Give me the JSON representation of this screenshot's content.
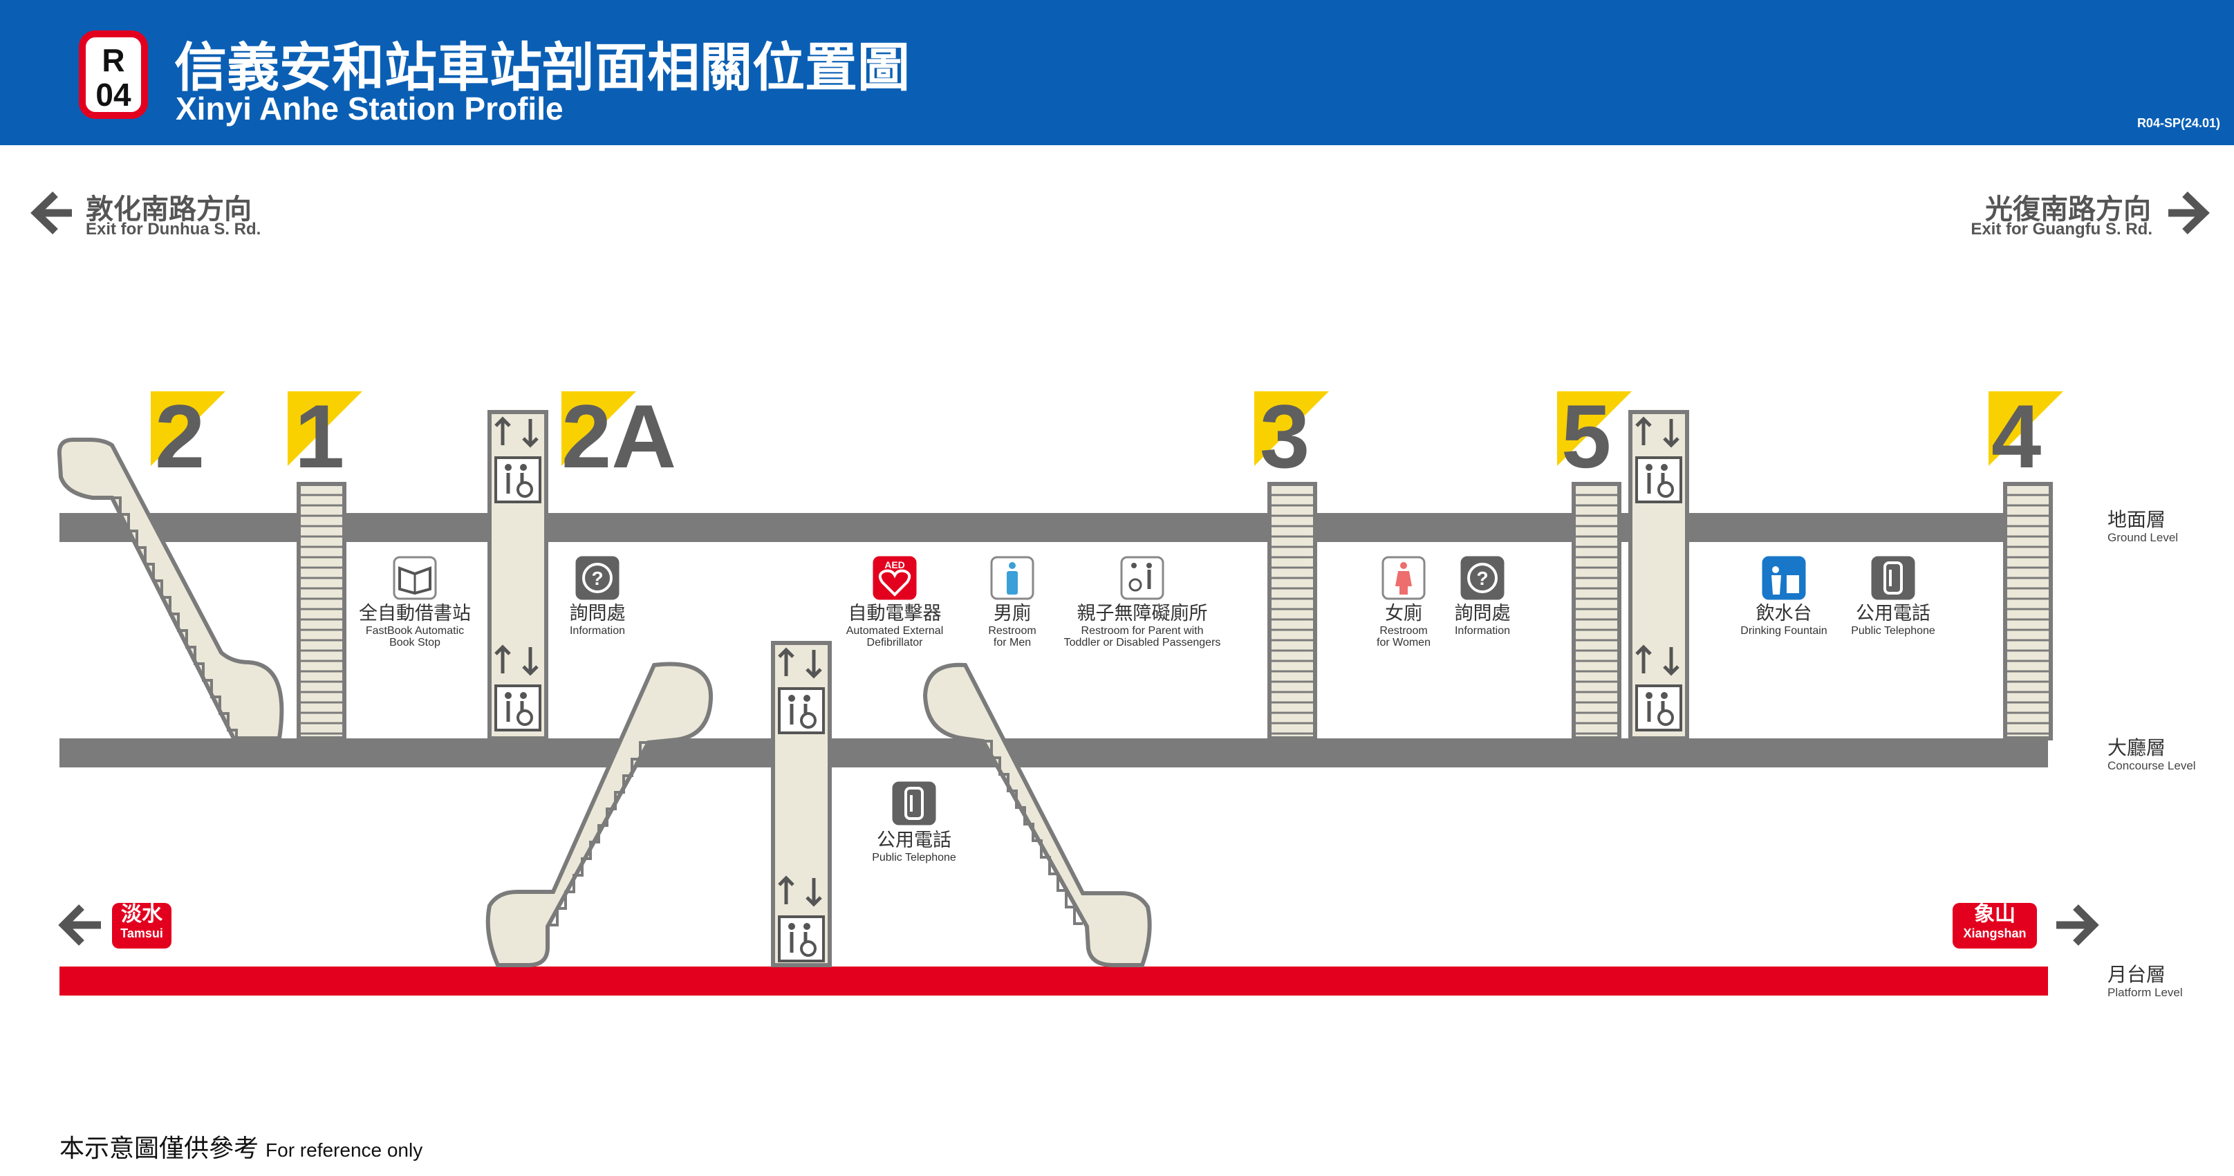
{
  "header": {
    "badge_line": "R",
    "badge_number": "04",
    "title_zh": "信義安和站車站剖面相關位置圖",
    "title_en": "Xinyi Anhe Station Profile",
    "code": "R04-SP(24.01)"
  },
  "directions": {
    "left": {
      "zh": "敦化南路方向",
      "en": "Exit for Dunhua S. Rd."
    },
    "right": {
      "zh": "光復南路方向",
      "en": "Exit for Guangfu S. Rd."
    }
  },
  "exits": [
    "2",
    "1",
    "2A",
    "3",
    "5",
    "4"
  ],
  "levels": [
    {
      "zh": "地面層",
      "en": "Ground Level"
    },
    {
      "zh": "大廳層",
      "en": "Concourse Level"
    },
    {
      "zh": "月台層",
      "en": "Platform Level"
    }
  ],
  "facilities": [
    {
      "zh": "全自動借書站",
      "en": [
        "FastBook Automatic",
        "Book Stop"
      ],
      "icon": "book-icon"
    },
    {
      "zh": "詢問處",
      "en": [
        "Information"
      ],
      "icon": "question-icon"
    },
    {
      "zh": "自動電擊器",
      "en": [
        "Automated External",
        "Defibrillator"
      ],
      "icon": "aed-icon",
      "icon_text": "AED"
    },
    {
      "zh": "男廁",
      "en": [
        "Restroom",
        "for Men"
      ],
      "icon": "men-restroom-icon"
    },
    {
      "zh": "親子無障礙廁所",
      "en": [
        "Restroom for Parent with",
        "Toddler or Disabled Passengers"
      ],
      "icon": "family-restroom-icon"
    },
    {
      "zh": "女廁",
      "en": [
        "Restroom",
        "for Women"
      ],
      "icon": "women-restroom-icon"
    },
    {
      "zh": "詢問處",
      "en": [
        "Information"
      ],
      "icon": "question-icon"
    },
    {
      "zh": "飲水台",
      "en": [
        "Drinking Fountain"
      ],
      "icon": "drinking-fountain-icon"
    },
    {
      "zh": "公用電話",
      "en": [
        "Public Telephone"
      ],
      "icon": "telephone-icon"
    },
    {
      "zh": "公用電話",
      "en": [
        "Public Telephone"
      ],
      "icon": "telephone-icon"
    }
  ],
  "terminals": {
    "left": {
      "zh": "淡水",
      "en": "Tamsui"
    },
    "right": {
      "zh": "象山",
      "en": "Xiangshan"
    }
  },
  "footer": {
    "zh": "本示意圖僅供參考",
    "en": "For reference only"
  },
  "colors": {
    "header": "#0a5fb4",
    "line_red": "#e3001e",
    "exit_yellow": "#f9d100",
    "floor_gray": "#7b7b7b",
    "stair_beige": "#ece8d9"
  }
}
